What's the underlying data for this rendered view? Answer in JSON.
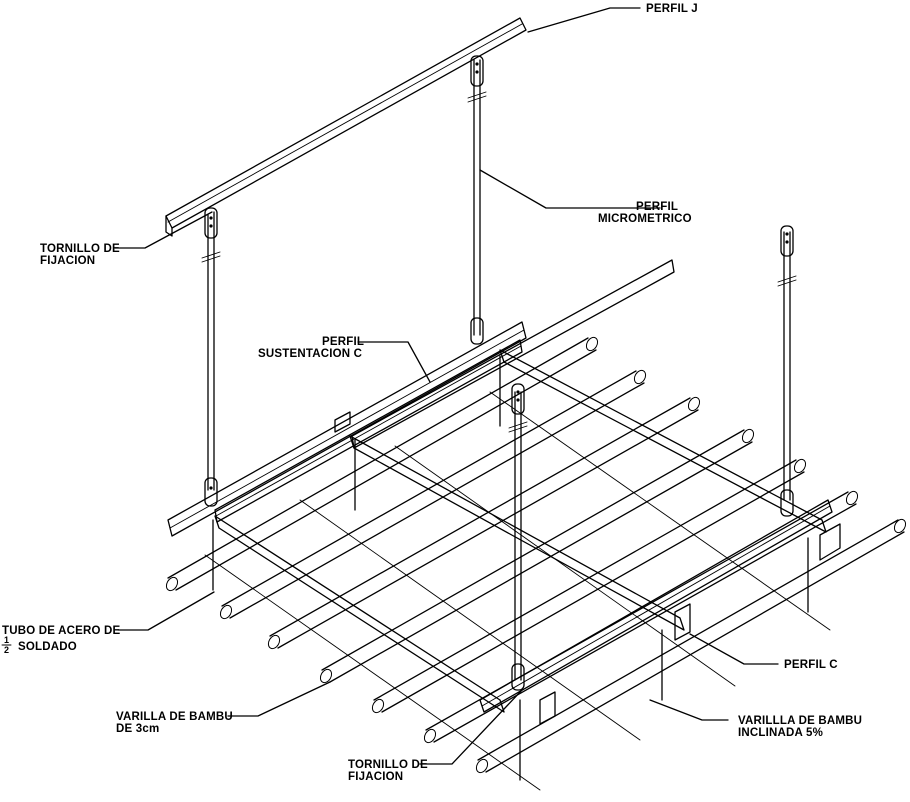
{
  "labels": {
    "perfil_j": "PERFIL J",
    "perfil_micrometrico_1": "PERFIL",
    "perfil_micrometrico_2": "MICROMETRICO",
    "tornillo_top_1": "TORNILLO DE",
    "tornillo_top_2": "FIJACION",
    "perfil_sustentacion_1": "PERFIL",
    "perfil_sustentacion_2": "SUSTENTACION  C",
    "tubo_acero_1": "TUBO DE ACERO DE",
    "tubo_acero_frac_num": "1",
    "tubo_acero_frac_den": "2",
    "tubo_acero_2": "SOLDADO",
    "varilla_bambu_1": "VARILLA DE BAMBU",
    "varilla_bambu_2": "DE 3cm",
    "tornillo_bottom_1": "TORNILLO DE",
    "tornillo_bottom_2": "FIJACION",
    "perfil_c": "PERFIL C",
    "varilla_inclinada_1": "VARILLLA DE BAMBU",
    "varilla_inclinada_2": "INCLINADA 5%"
  }
}
